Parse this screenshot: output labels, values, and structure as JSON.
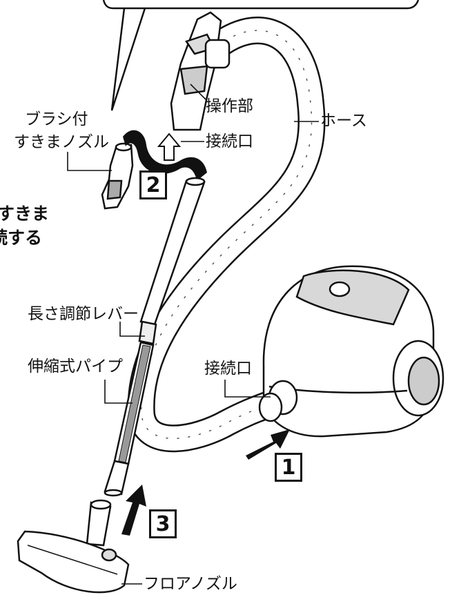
{
  "labels": {
    "brush_nozzle_line1": "ブラシ付",
    "brush_nozzle_line2": "すきまノズル",
    "operation_part": "操作部",
    "connection_port_top": "接続口",
    "hose": "ホース",
    "length_lever": "長さ調節レバー",
    "telescopic_pipe": "伸縮式パイプ",
    "connection_port_body": "接続口",
    "floor_nozzle": "フロアノズル"
  },
  "partial_text": {
    "line1": "すきま",
    "line2": "続する"
  },
  "steps": [
    "1",
    "2",
    "3"
  ]
}
